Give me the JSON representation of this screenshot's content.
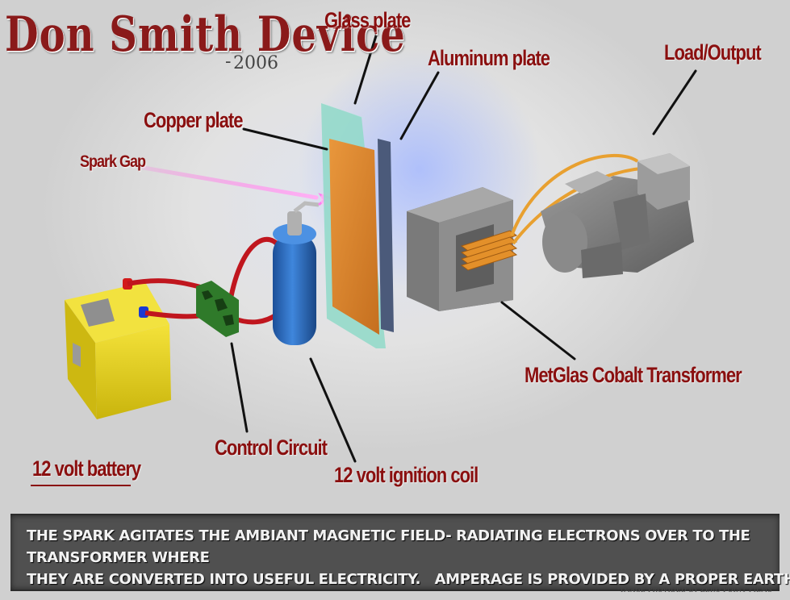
{
  "title": {
    "main": "Don Smith Device",
    "separator": "-",
    "year": "2006"
  },
  "labels": {
    "glass_plate": "Glass plate",
    "aluminum_plate": "Aluminum plate",
    "load_output": "Load/Output",
    "copper_plate": "Copper plate",
    "spark_gap": "Spark Gap",
    "transformer": "MetGlas Cobalt Transformer",
    "control_circuit": "Control Circuit",
    "battery": "12 volt battery",
    "ignition_coil": "12 volt ignition coil"
  },
  "banner": {
    "line1": "THE SPARK AGITATES THE AMBIANT MAGNETIC FIELD- RADIATING ELECTRONS OVER TO THE TRANSFORMER WHERE",
    "line2": "THEY ARE CONVERTED INTO USEFUL ELECTRICITY.   AMPERAGE IS PROVIDED BY A PROPER EARTH GROUND."
  },
  "credit": "*IMAGE PROVIDED BY ZERO POINT FILMS",
  "colors": {
    "label_red": "#8a0f0f",
    "battery_yellow": "#e8d51a",
    "coil_blue": "#2f6fc4",
    "copper": "#d9822b",
    "glass": "#8fd9c8",
    "wire_red": "#c0161e",
    "wire_orange": "#e8a030",
    "circuit_green": "#2f7a2a",
    "spark_pink": "#e040c0"
  }
}
